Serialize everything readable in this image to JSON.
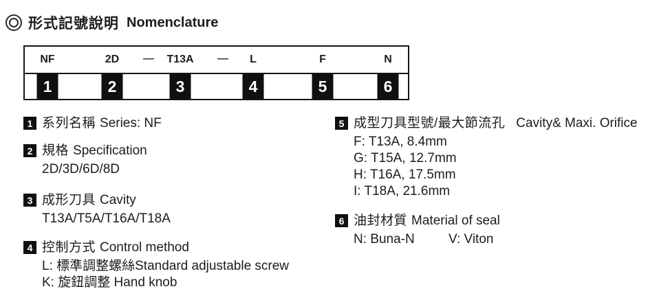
{
  "header": {
    "icon": "double-circle",
    "title_zh": "形式記號說明",
    "title_en": "Nomenclature"
  },
  "diagram": {
    "columns": [
      {
        "code": "NF",
        "num": "1"
      },
      {
        "code": "2D",
        "num": "2"
      },
      {
        "code": "T13A",
        "num": "3"
      },
      {
        "code": "L",
        "num": "4"
      },
      {
        "code": "F",
        "num": "5"
      },
      {
        "code": "N",
        "num": "6"
      }
    ],
    "dashes": [
      "—",
      "—"
    ]
  },
  "legend": {
    "items": [
      {
        "num": "1",
        "zh": "系列名稱",
        "en": "Series: NF",
        "lines": []
      },
      {
        "num": "2",
        "zh": "規格",
        "en": "Specification",
        "lines": [
          "2D/3D/6D/8D"
        ]
      },
      {
        "num": "3",
        "zh": "成形刀具",
        "en": "Cavity",
        "lines": [
          "T13A/T5A/T16A/T18A"
        ]
      },
      {
        "num": "4",
        "zh": "控制方式",
        "en": "Control method",
        "lines": [
          "L: 標準調整螺絲Standard adjustable screw",
          "K: 旋鈕調整 Hand knob"
        ]
      },
      {
        "num": "5",
        "zh": "成型刀具型號/最大節流孔",
        "en": "Cavity& Maxi. Orifice",
        "lines": [
          "F: T13A, 8.4mm",
          "G: T15A, 12.7mm",
          "H: T16A, 17.5mm",
          "I: T18A, 21.6mm"
        ]
      },
      {
        "num": "6",
        "zh": "油封材質",
        "en": "Material of seal",
        "lines": [
          "N: Buna-N",
          "V: Viton"
        ]
      }
    ]
  }
}
